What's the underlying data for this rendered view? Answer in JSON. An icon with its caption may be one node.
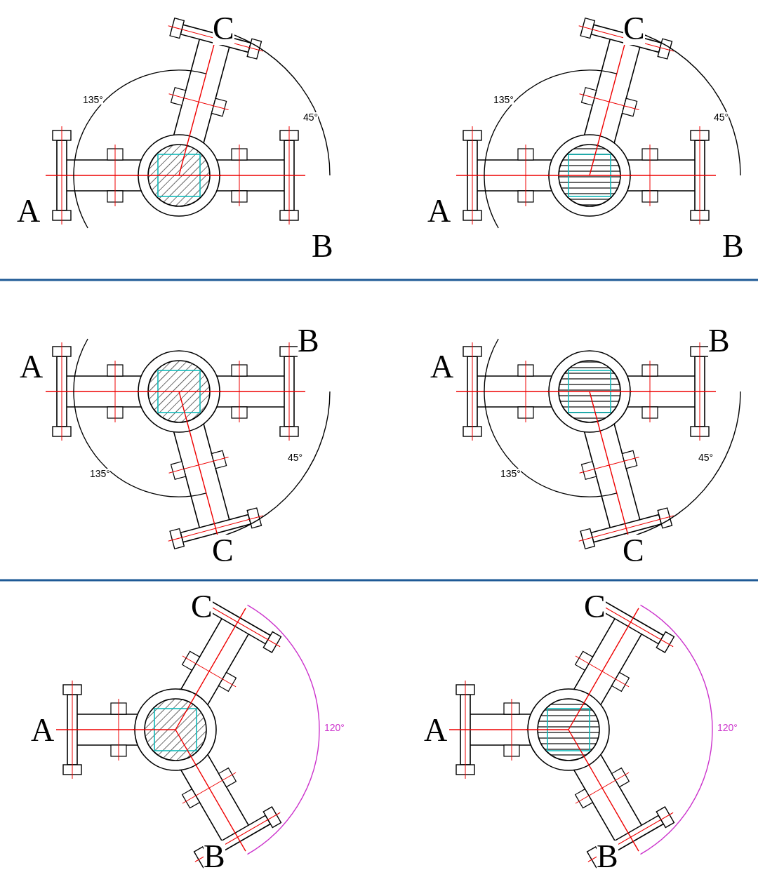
{
  "diagram": {
    "labels": [
      "C",
      "135°",
      "45°",
      "A",
      "B",
      "C",
      "135°",
      "45°",
      "A",
      "B",
      "B",
      "A",
      "135°",
      "45°",
      "C",
      "B",
      "A",
      "135°",
      "45°",
      "C",
      "C",
      "A",
      "120°",
      "B",
      "C",
      "A",
      "120°",
      "B"
    ]
  }
}
